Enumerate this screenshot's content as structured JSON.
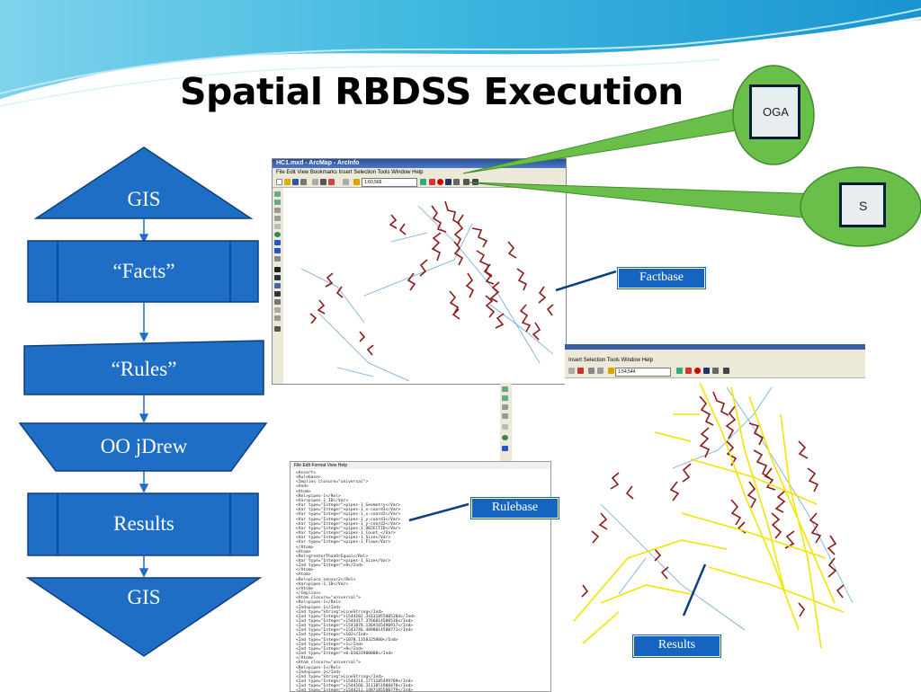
{
  "title": "Spatial RBDSS Execution",
  "flowchart": {
    "steps": [
      "GIS",
      "“Facts”",
      "“Rules”",
      "OO jDrew",
      "Results",
      "GIS"
    ],
    "fill_color": "#1f6ec6",
    "border_color": "#0d3f82"
  },
  "callouts": {
    "factbase": "Factbase",
    "rulebase": "Rulebase",
    "results": "Results"
  },
  "icons": {
    "oga": {
      "name": "oga-tool-icon",
      "text": "OGA"
    },
    "s": {
      "name": "s-tool-icon",
      "text": "S"
    }
  },
  "arcmap_window": {
    "title": "HC1.mxd - ArcMap - ArcInfo",
    "menu": "File  Edit  View  Bookmarks  Insert  Selection  Tools  Window  Help",
    "scale": "1:60,566"
  },
  "results_window": {
    "menu": "Insert  Selection  Tools  Window  Help",
    "scale": "1:54,544"
  },
  "notepad_window": {
    "menu": "File   Edit   Format   View   Help",
    "lines": [
      "<Assert>",
      "<Rulebase>",
      "<Implies closure=\"universal\">",
      "<And>",
      "<Atom>",
      "<Rel>pipes-1</Rel>",
      "<Var>pipes-1_ID</Var>",
      "<Var type=\"Integer\">pipes-1_Geometry</Var>",
      "<Var type=\"Integer\">pipes-1_x-coord1</Var>",
      "<Var type=\"Integer\">pipes-1_x-coord2</Var>",
      "<Var type=\"Integer\">pipes-1_y-coord1</Var>",
      "<Var type=\"Integer\">pipes-1_y-coord2</Var>",
      "<Var type=\"Integer\">pipes-1_OBJECTID</Var>",
      "<Var type=\"Integer\">pipes-1_Count_</Var>",
      "<Var type=\"Integer\">pipes-1_Size</Var>",
      "<Var type=\"Integer\">pipes-1_Flow</Var>",
      "</Atom>",
      "<Atom>",
      "<Rel>greaterThanOrEqual</Rel>",
      "<Var type=\"Integer\">pipes-1_Size</Var>",
      "<Ind type=\"Integer\">8</Ind>",
      "</Atom>",
      "<Atom>",
      "<Rel>place_sensor2</Rel>",
      "<Var>pipes-1_ID</Var>",
      "</Atom>",
      "</Implies>",
      "<Atom closure=\"universal\">",
      "<Rel>pipes-1</Rel>",
      "<Ind>pipes-1</Ind>",
      "<Ind type=\"String\">LineString</Ind>",
      "<Ind type=\"Integer\">1544202.34131855005384</Ind>",
      "<Ind type=\"Integer\">1544417.3766814500536</Ind>",
      "<Ind type=\"Integer\">1541878.1369165490917</Ind>",
      "<Ind type=\"Integer\">1543746.4898814500771</Ind>",
      "<Ind type=\"Integer\">102</Ind>",
      "<Ind type=\"Integer\">1878.1358325000</Ind>",
      "<Ind type=\"Integer\">1</Ind>",
      "<Ind type=\"Integer\">8</Ind>",
      "<Ind type=\"Integer\">0.01031900000</Ind>",
      "</Atom>",
      "<Atom closure=\"universal\">",
      "<Rel>pipes-1</Rel>",
      "<Ind>pipes-2</Ind>",
      "<Ind type=\"String\">LineString</Ind>",
      "<Ind type=\"Integer\">1544214.1771185499709</Ind>",
      "<Ind type=\"Integer\">1544166.3111851900470</Ind>",
      "<Ind type=\"Integer\">1544211.1487185500779</Ind>"
    ]
  }
}
